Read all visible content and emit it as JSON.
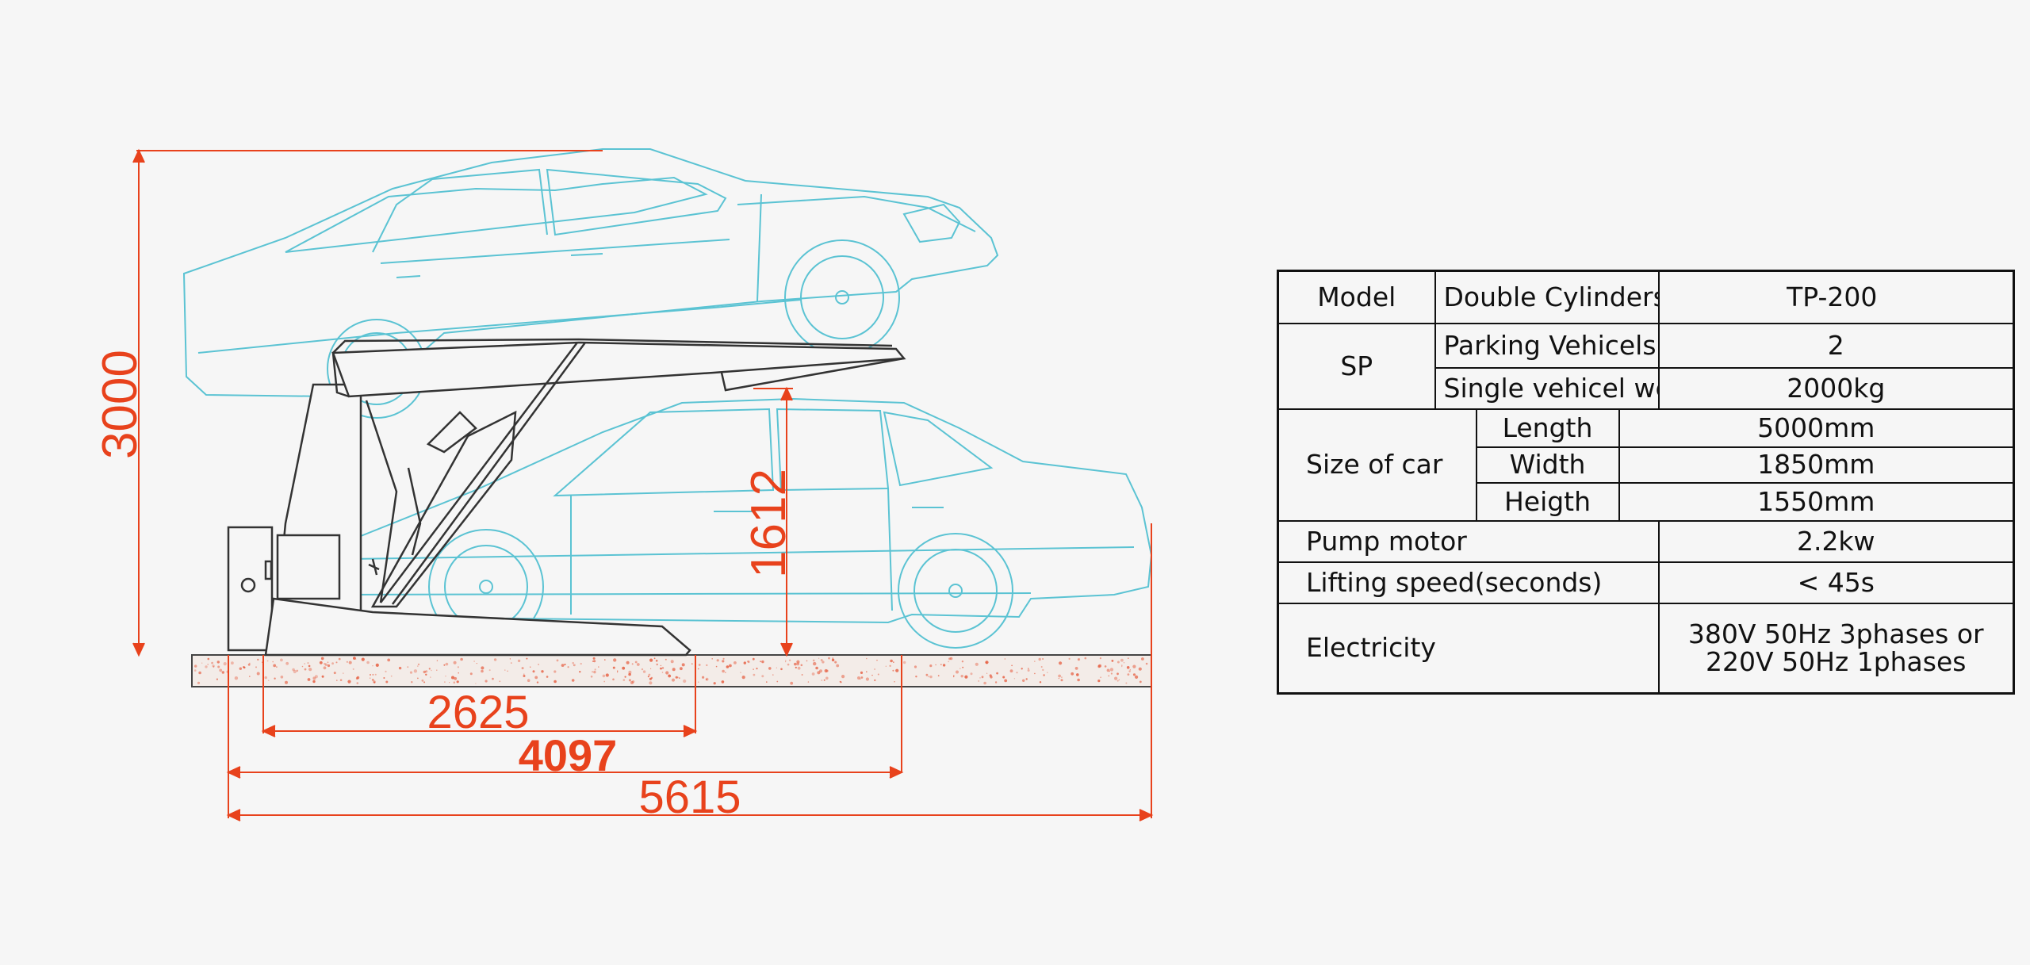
{
  "dimensions": {
    "total_height": "3000",
    "lower_clearance": "1612",
    "platform_length": "2625",
    "lower_car_length": "4097",
    "total_length": "5615"
  },
  "colors": {
    "dimension": "#e8421c",
    "car_outline": "#5bc3d3",
    "machine": "#333333",
    "ground_speckle": "#e65a3c"
  },
  "spec_table": {
    "model_label": "Model",
    "model_design": "Double Cylinders Design",
    "model_value": "TP-200",
    "sp_label": "SP",
    "parking_vehicles_label": "Parking Vehicels",
    "parking_vehicles_value": "2",
    "single_weight_label": "Single vehicel weight",
    "single_weight_value": "2000kg",
    "size_label": "Size of car",
    "length_label": "Length",
    "length_value": "5000mm",
    "width_label": "Width",
    "width_value": "1850mm",
    "height_label": "Heigth",
    "height_value": "1550mm",
    "pump_label": "Pump motor",
    "pump_value": "2.2kw",
    "lifting_label": "Lifting speed(seconds)",
    "lifting_value": "< 45s",
    "electricity_label": "Electricity",
    "electricity_line1": "380V 50Hz 3phases or",
    "electricity_line2": "220V 50Hz 1phases"
  }
}
